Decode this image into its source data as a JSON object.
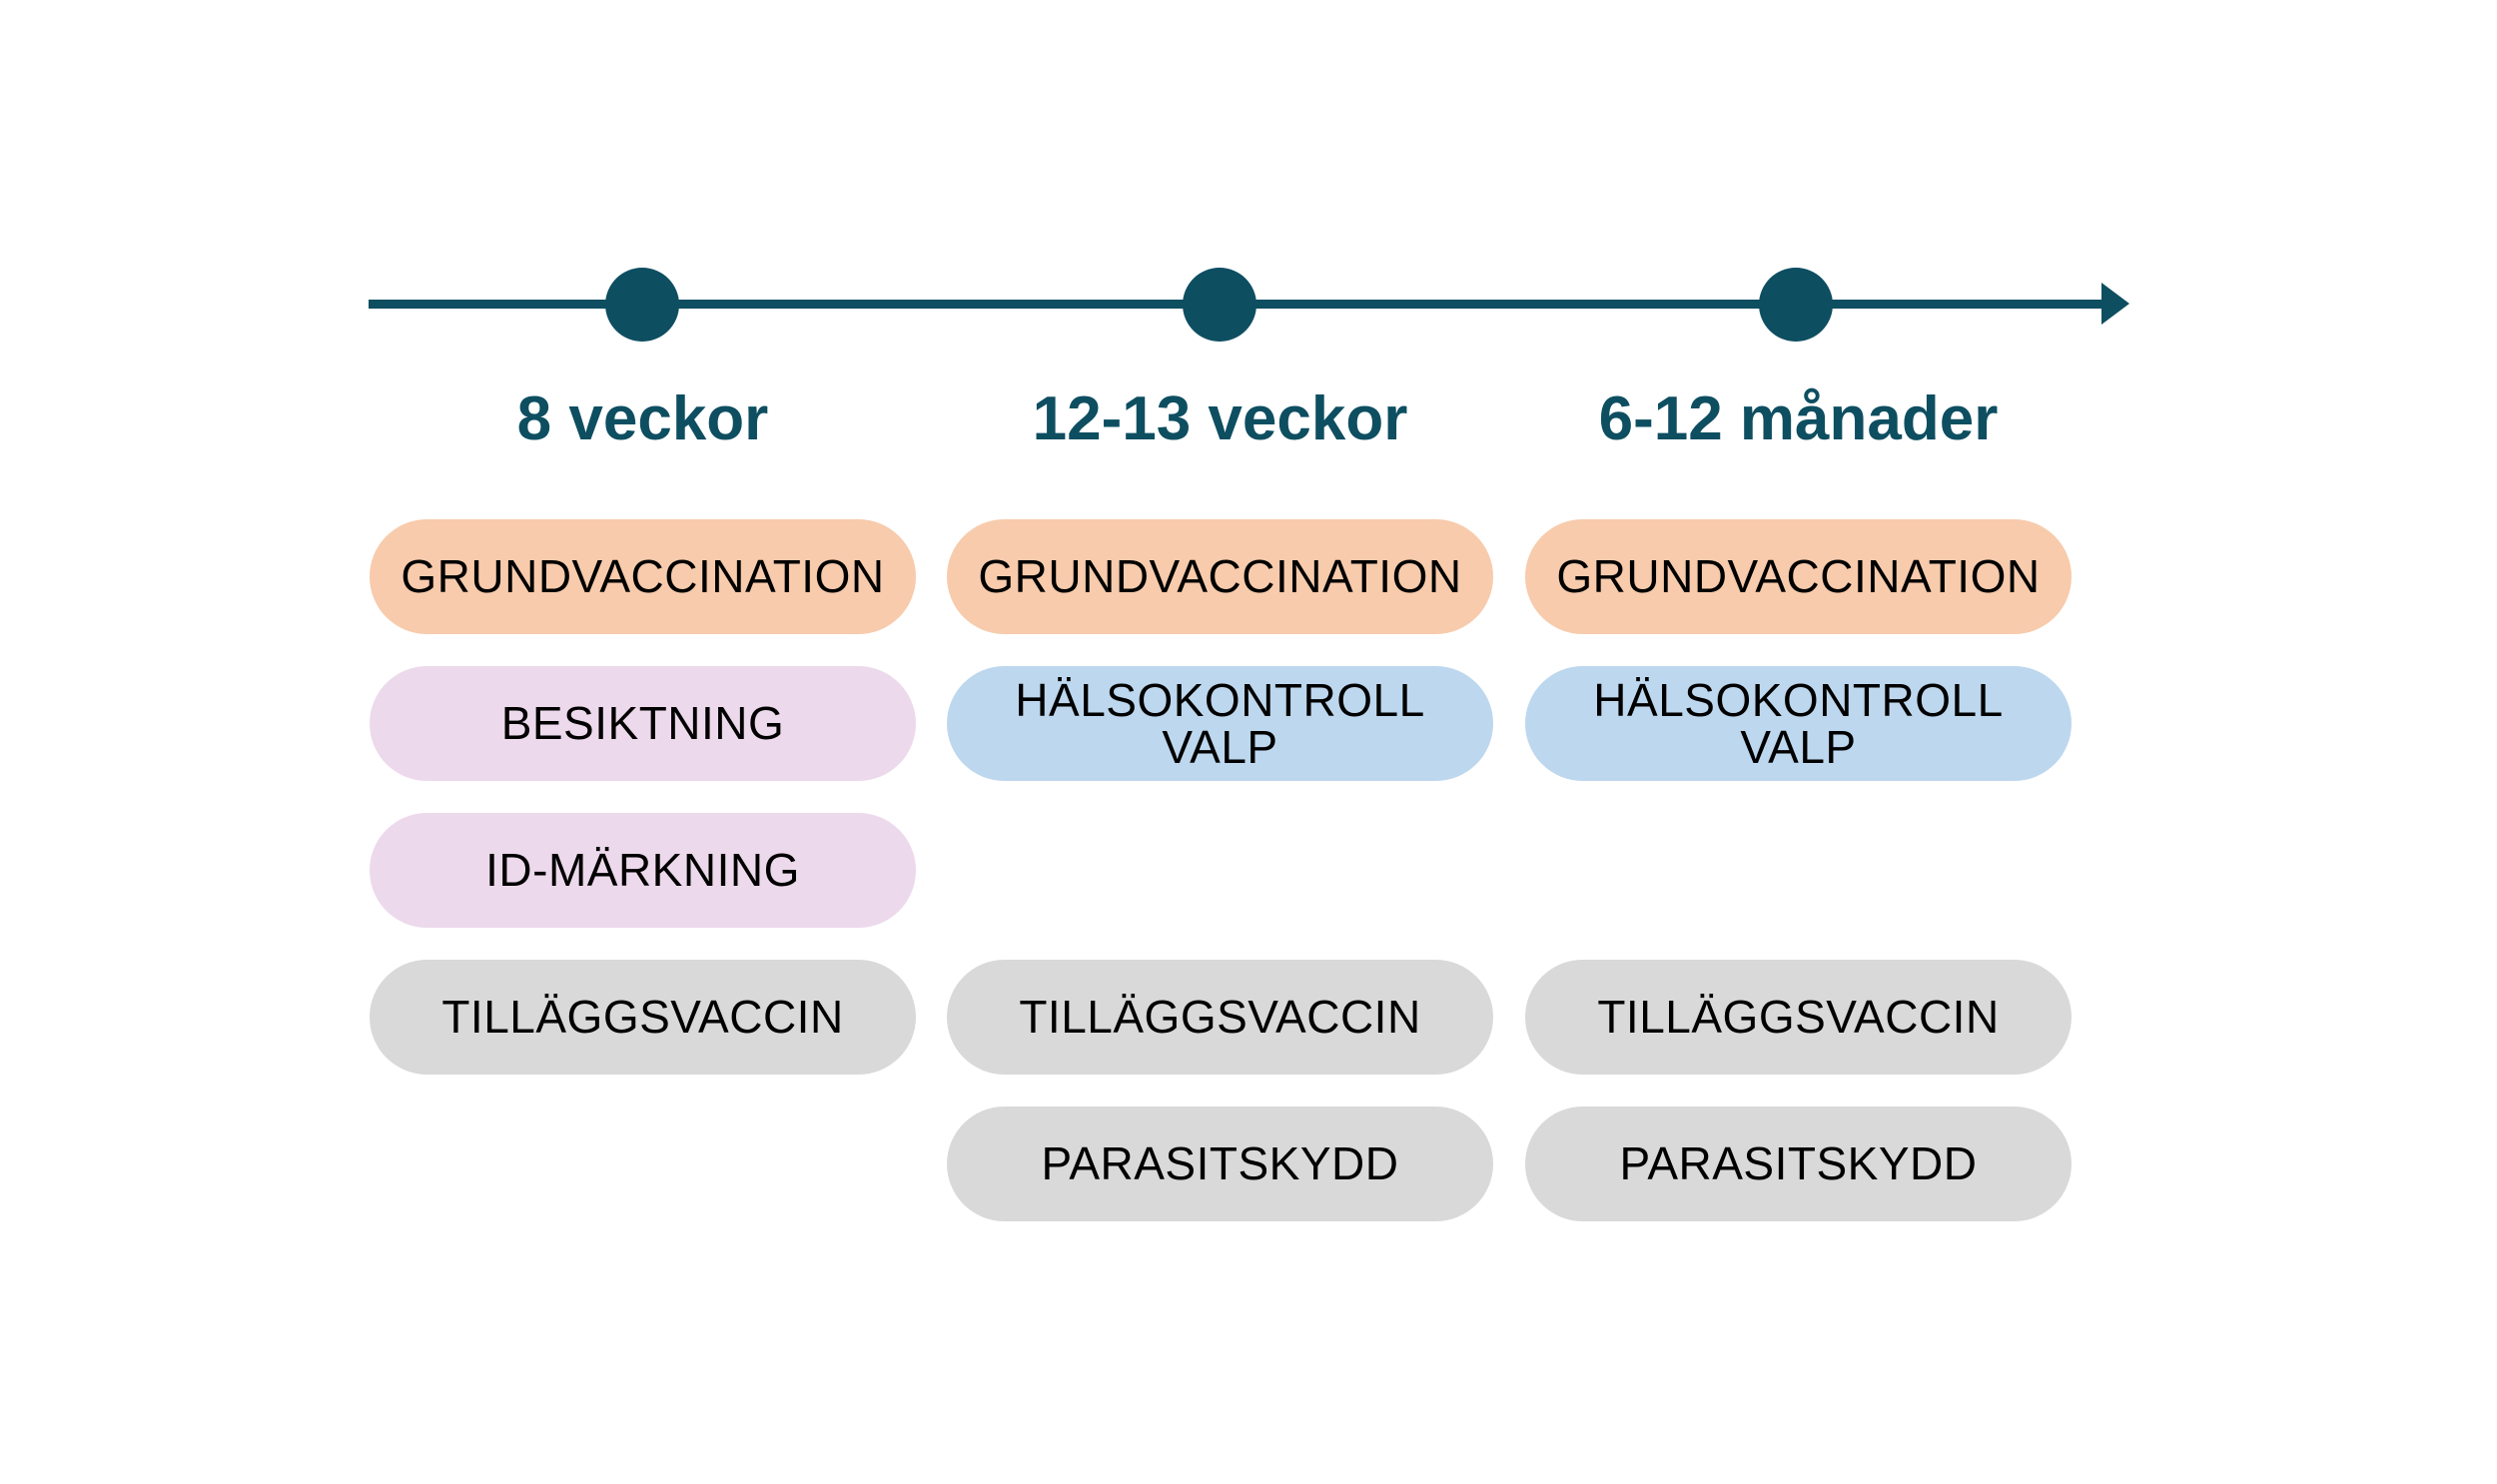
{
  "colors": {
    "teal": "#0E4E61",
    "orange": "#F7CBAC",
    "lavender": "#EDD9EC",
    "blue": "#BDD7EE",
    "gray": "#D9D9D9",
    "pill_text": "#000000"
  },
  "columns": [
    {
      "heading": "8 veckor",
      "pills": [
        {
          "label": "GRUNDVACCINATION",
          "color": "orange"
        },
        {
          "label": "BESIKTNING",
          "color": "lavender"
        },
        {
          "label": "ID-MÄRKNING",
          "color": "lavender"
        },
        {
          "label": "TILLÄGGSVACCIN",
          "color": "gray"
        }
      ]
    },
    {
      "heading": "12-13 veckor",
      "pills": [
        {
          "label": "GRUNDVACCINATION",
          "color": "orange"
        },
        {
          "label": "HÄLSOKONTROLL\nVALP",
          "color": "blue"
        },
        {
          "label": "TILLÄGGSVACCIN",
          "color": "gray"
        },
        {
          "label": "PARASITSKYDD",
          "color": "gray"
        }
      ]
    },
    {
      "heading": "6-12 månader",
      "pills": [
        {
          "label": "GRUNDVACCINATION",
          "color": "orange"
        },
        {
          "label": "HÄLSOKONTROLL\nVALP",
          "color": "blue"
        },
        {
          "label": "TILLÄGGSVACCIN",
          "color": "gray"
        },
        {
          "label": "PARASITSKYDD",
          "color": "gray"
        }
      ]
    }
  ]
}
